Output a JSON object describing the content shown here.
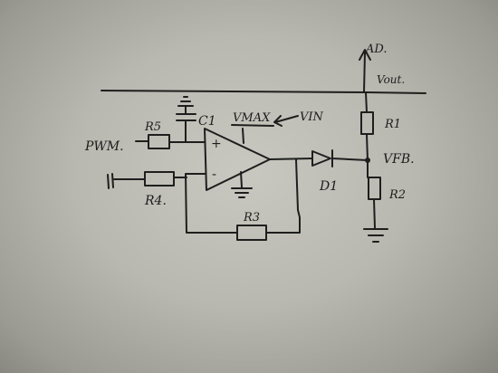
{
  "labels": {
    "ad": "AD.",
    "vout": "Vout.",
    "r1": "R1",
    "vfb": "VFB.",
    "r2": "R2",
    "d1": "D1",
    "c1": "C1",
    "vmax": "VMAX",
    "vin": "VIN",
    "r5": "R5",
    "pwm": "PWM.",
    "r4": "R4.",
    "r3": "R3",
    "plus": "+",
    "minus": "-"
  }
}
